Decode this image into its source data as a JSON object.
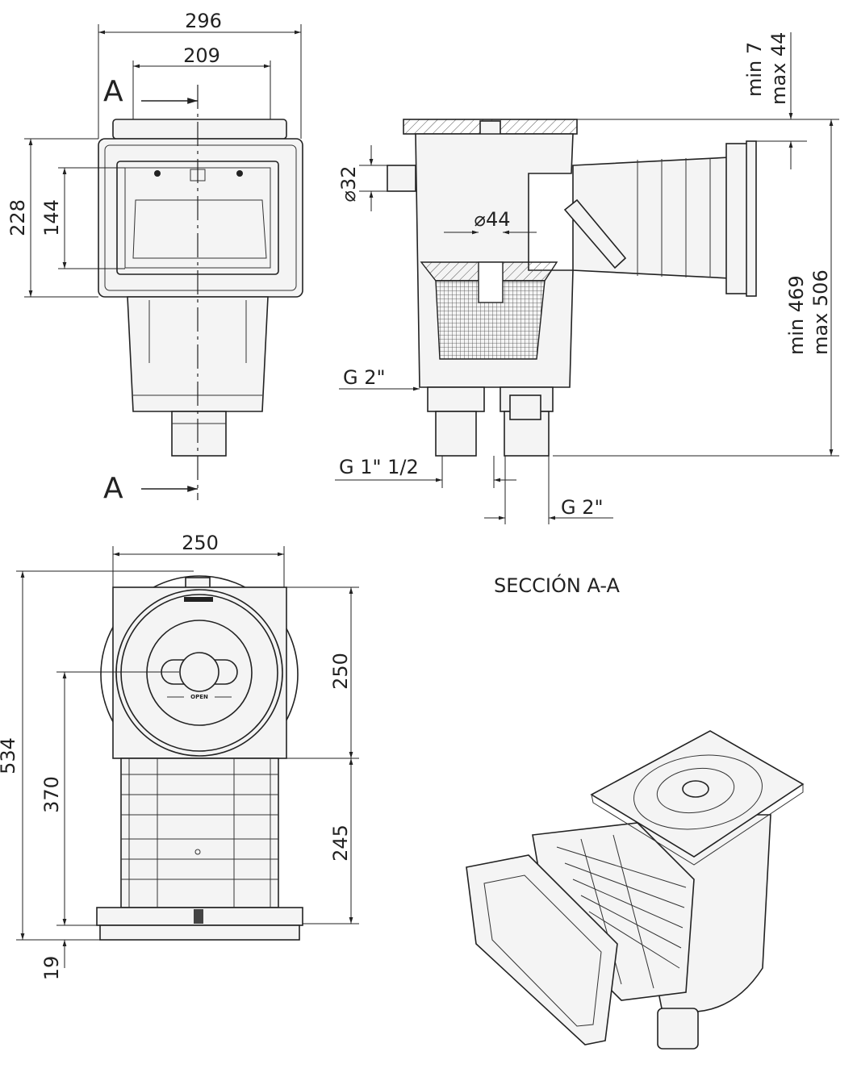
{
  "front_view": {
    "dim_width_outer": "296",
    "dim_width_inner": "209",
    "dim_height_outer": "228",
    "dim_height_inner": "144",
    "section_mark_top": "A",
    "section_mark_bottom": "A"
  },
  "section_view": {
    "title": "SECCIÓN A-A",
    "dim_inlet_diameter": "⌀32",
    "dim_center_diameter": "⌀44",
    "dim_side_thread": "G 2\"",
    "dim_outlet_left": "G 1\" 1/2",
    "dim_outlet_right": "G 2\"",
    "dim_lid_min": "min 7",
    "dim_lid_max": "max 44",
    "dim_total_min": "min 469",
    "dim_total_max": "max 506"
  },
  "top_view": {
    "dim_width": "250",
    "dim_total_height": "534",
    "dim_body_height": "370",
    "dim_lid_height": "250",
    "dim_cage_height": "245",
    "dim_base_height": "19",
    "lid_label": "OPEN"
  }
}
